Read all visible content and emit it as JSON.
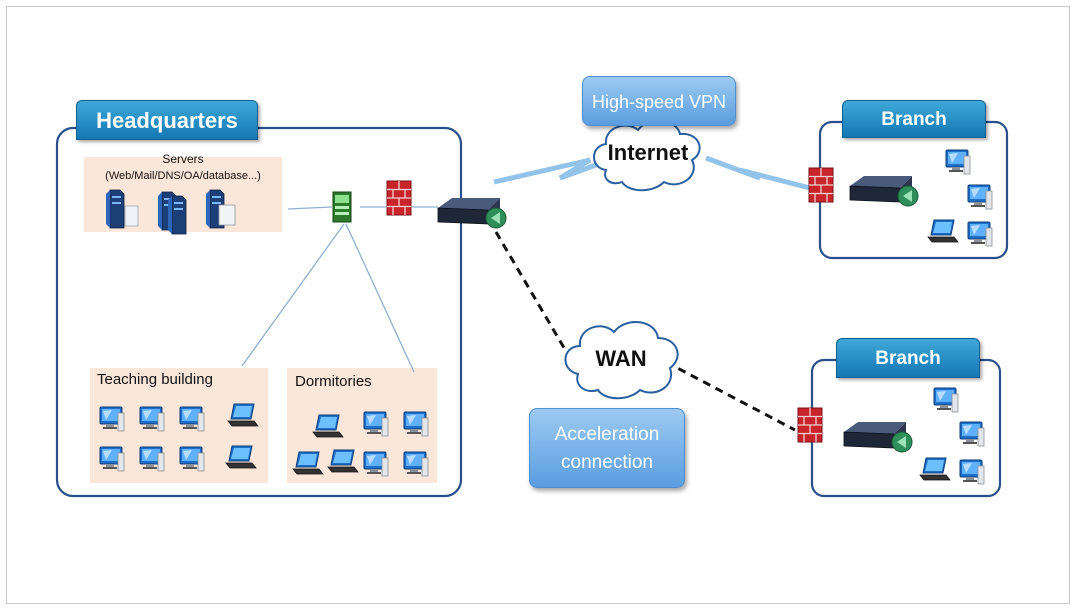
{
  "headquarters": {
    "title": "Headquarters",
    "servers_label": "Servers",
    "servers_detail": "(Web/Mail/DNS/OA/database...)",
    "teaching_label": "Teaching building",
    "dormitories_label": "Dormitories"
  },
  "cloud_internet": "Internet",
  "cloud_wan": "WAN",
  "vpn_label": "High-speed VPN",
  "accel_line1": "Acceleration",
  "accel_line2": "connection",
  "branch_top": {
    "title": "Branch"
  },
  "branch_bottom": {
    "title": "Branch"
  },
  "icons": [
    "server-icon",
    "switch-icon",
    "firewall-icon",
    "router-icon",
    "desktop-icon",
    "laptop-icon",
    "cloud-icon"
  ],
  "colors": {
    "box_border": "#2a4f8a",
    "title_blue": "#1a7fbf",
    "pill_blue": "#6aa8e6",
    "zone_fill": "#fbe7da",
    "firewall_red": "#c8242b"
  }
}
